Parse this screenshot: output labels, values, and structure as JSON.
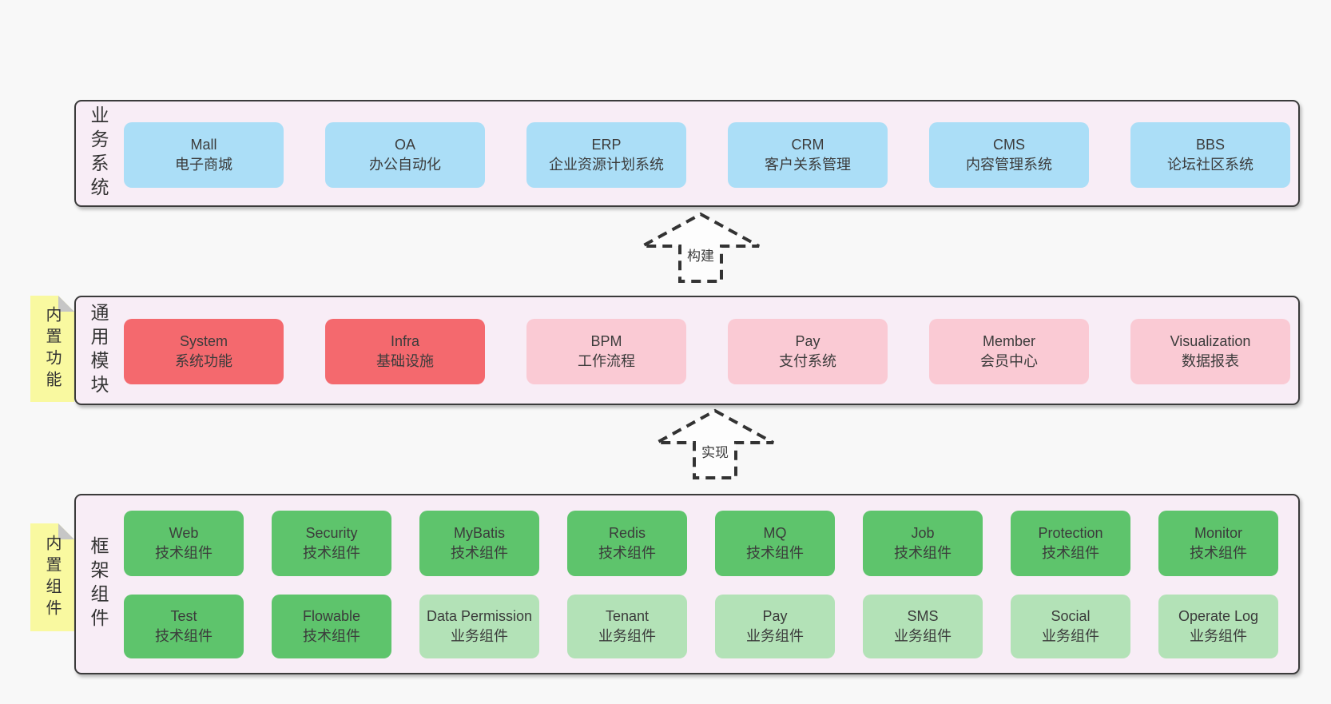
{
  "colors": {
    "page_bg": "#f8f8f8",
    "layer_bg": "#f8edf6",
    "layer_border": "#3b3b3b",
    "blue": "#abdef7",
    "red": "#f4696e",
    "pink": "#facad4",
    "green": "#5ec46c",
    "light_green": "#b3e2b7",
    "note_yellow": "#f9f9a0",
    "fold_gray": "#c6c6c6"
  },
  "arrows": {
    "build": "构建",
    "implement": "实现"
  },
  "layers": {
    "business": {
      "label": "业务系统",
      "boxes": [
        {
          "title": "Mall",
          "subtitle": "电子商城"
        },
        {
          "title": "OA",
          "subtitle": "办公自动化"
        },
        {
          "title": "ERP",
          "subtitle": "企业资源计划系统"
        },
        {
          "title": "CRM",
          "subtitle": "客户关系管理"
        },
        {
          "title": "CMS",
          "subtitle": "内容管理系统"
        },
        {
          "title": "BBS",
          "subtitle": "论坛社区系统"
        }
      ]
    },
    "modules": {
      "label": "通用模块",
      "note": "内置功能",
      "boxes": [
        {
          "title": "System",
          "subtitle": "系统功能",
          "color": "red"
        },
        {
          "title": "Infra",
          "subtitle": "基础设施",
          "color": "red"
        },
        {
          "title": "BPM",
          "subtitle": "工作流程",
          "color": "pink"
        },
        {
          "title": "Pay",
          "subtitle": "支付系统",
          "color": "pink"
        },
        {
          "title": "Member",
          "subtitle": "会员中心",
          "color": "pink"
        },
        {
          "title": "Visualization",
          "subtitle": "数据报表",
          "color": "pink"
        }
      ]
    },
    "components": {
      "label": "框架组件",
      "note": "内置组件",
      "row1": [
        {
          "title": "Web",
          "subtitle": "技术组件",
          "color": "green"
        },
        {
          "title": "Security",
          "subtitle": "技术组件",
          "color": "green"
        },
        {
          "title": "MyBatis",
          "subtitle": "技术组件",
          "color": "green"
        },
        {
          "title": "Redis",
          "subtitle": "技术组件",
          "color": "green"
        },
        {
          "title": "MQ",
          "subtitle": "技术组件",
          "color": "green"
        },
        {
          "title": "Job",
          "subtitle": "技术组件",
          "color": "green"
        },
        {
          "title": "Protection",
          "subtitle": "技术组件",
          "color": "green"
        },
        {
          "title": "Monitor",
          "subtitle": "技术组件",
          "color": "green"
        }
      ],
      "row2": [
        {
          "title": "Test",
          "subtitle": "技术组件",
          "color": "green"
        },
        {
          "title": "Flowable",
          "subtitle": "技术组件",
          "color": "green"
        },
        {
          "title": "Data Permission",
          "subtitle": "业务组件",
          "color": "light_green"
        },
        {
          "title": "Tenant",
          "subtitle": "业务组件",
          "color": "light_green"
        },
        {
          "title": "Pay",
          "subtitle": "业务组件",
          "color": "light_green"
        },
        {
          "title": "SMS",
          "subtitle": "业务组件",
          "color": "light_green"
        },
        {
          "title": "Social",
          "subtitle": "业务组件",
          "color": "light_green"
        },
        {
          "title": "Operate Log",
          "subtitle": "业务组件",
          "color": "light_green"
        }
      ]
    }
  }
}
